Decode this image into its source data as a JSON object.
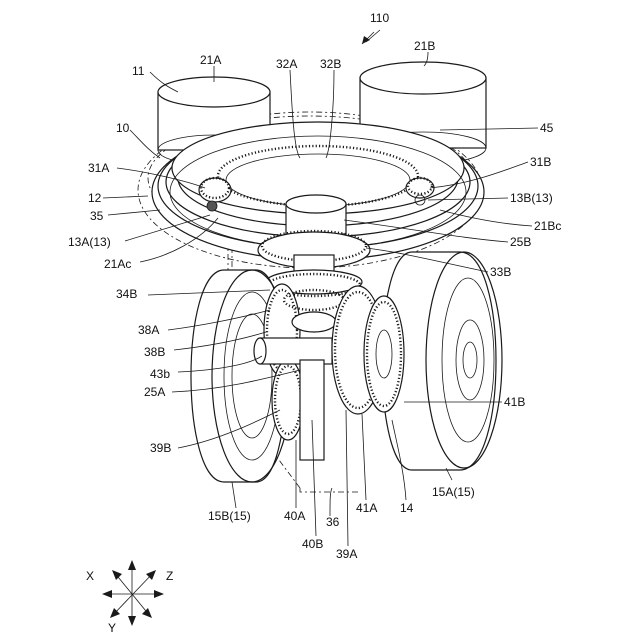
{
  "labels": {
    "assembly": "110",
    "l11": "11",
    "l21A": "21A",
    "l32A": "32A",
    "l32B": "32B",
    "l21B": "21B",
    "l10": "10",
    "l45": "45",
    "l31A": "31A",
    "l31B": "31B",
    "l12": "12",
    "l13B": "13B(13)",
    "l35": "35",
    "l21Bc": "21Bc",
    "l13A": "13A(13)",
    "l25B": "25B",
    "l21Ac": "21Ac",
    "l33B": "33B",
    "l34B": "34B",
    "l38A": "38A",
    "l38B": "38B",
    "l43b": "43b",
    "l25A": "25A",
    "l41B": "41B",
    "l39B": "39B",
    "l15A": "15A(15)",
    "l15B": "15B(15)",
    "l40A": "40A",
    "l36": "36",
    "l41A": "41A",
    "l14": "14",
    "l40B": "40B",
    "l39A": "39A"
  },
  "axes": {
    "x": "X",
    "y": "Y",
    "z": "Z"
  }
}
